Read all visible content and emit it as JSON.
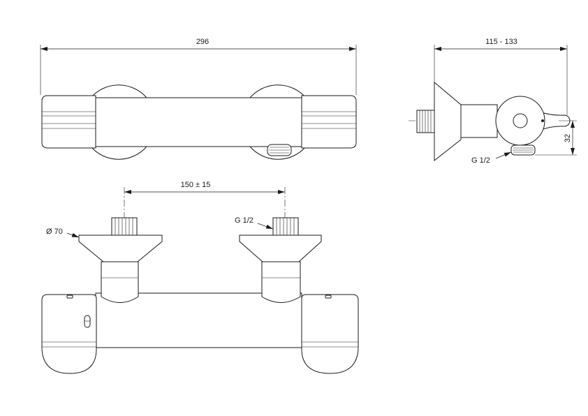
{
  "dimensions": {
    "overall_width": "296",
    "depth": "115 - 133",
    "height": "32",
    "centers": "150 ± 15",
    "flange_diameter": "Ø 70"
  },
  "labels": {
    "thread_side": "G 1/2",
    "thread_top": "G 1/2"
  }
}
